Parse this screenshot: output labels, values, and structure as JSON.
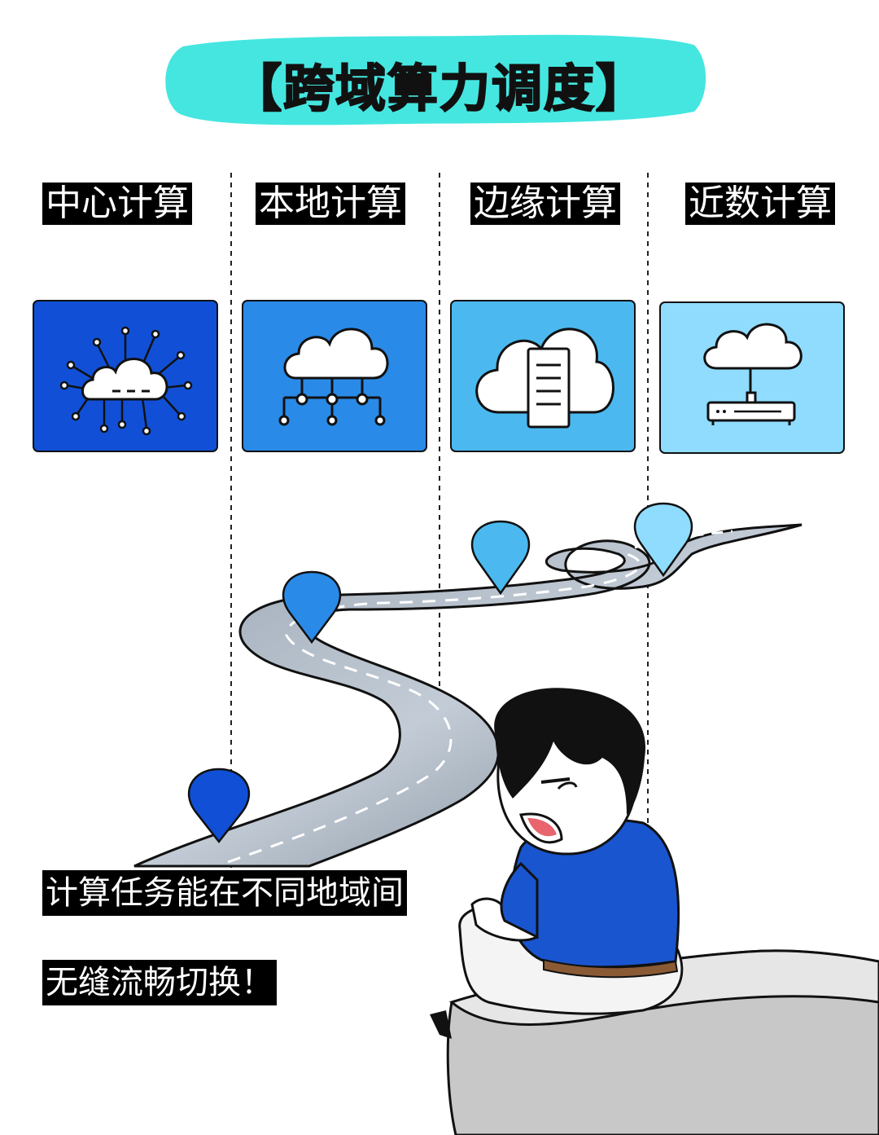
{
  "title": "【跨域算力调度】",
  "categories": [
    {
      "label": "中心计算",
      "icon": "cloud-network-icon",
      "color": "#1150d6"
    },
    {
      "label": "本地计算",
      "icon": "cloud-nodes-icon",
      "color": "#2a8ae8"
    },
    {
      "label": "边缘计算",
      "icon": "cloud-server-icon",
      "color": "#4bb9f0"
    },
    {
      "label": "近数计算",
      "icon": "cloud-router-icon",
      "color": "#8fdcff"
    }
  ],
  "captions": {
    "line1": "计算任务能在不同地域间",
    "line2": "无缝流畅切换！"
  },
  "colors": {
    "title_bg": "#45e6e0",
    "road": "#8a96a6",
    "shirt": "#1a55d0",
    "platform": "#d9d9d9"
  }
}
